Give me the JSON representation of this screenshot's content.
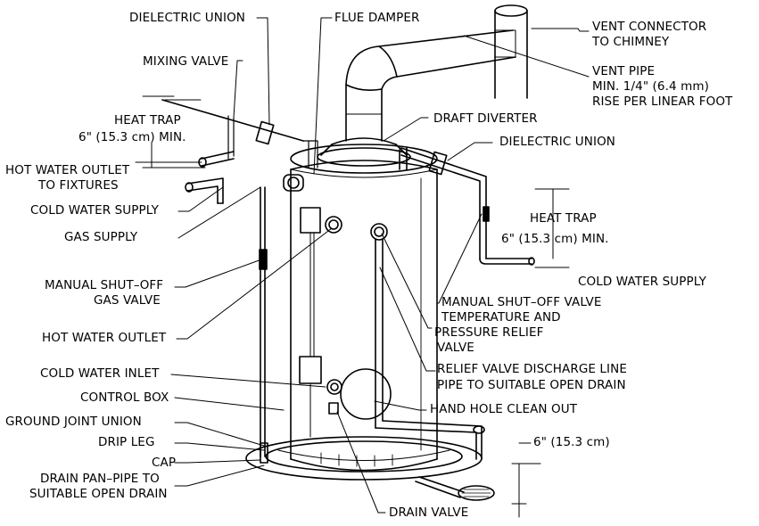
{
  "diagram": {
    "labels": {
      "dielectric_union_left": "DIELECTRIC UNION",
      "flue_damper": "FLUE DAMPER",
      "vent_connector_1": "VENT CONNECTOR",
      "vent_connector_2": "TO CHIMNEY",
      "mixing_valve": "MIXING VALVE",
      "vent_pipe_1": "VENT PIPE",
      "vent_pipe_2": "MIN. 1/4\" (6.4 mm)",
      "vent_pipe_3": "RISE PER LINEAR FOOT",
      "heat_trap_left_1": "HEAT TRAP",
      "heat_trap_left_2": "6\" (15.3 cm) MIN.",
      "draft_diverter": "DRAFT DIVERTER",
      "dielectric_union_right": "DIELECTRIC UNION",
      "hot_water_outlet_fixtures_1": "HOT WATER OUTLET",
      "hot_water_outlet_fixtures_2": "TO FIXTURES",
      "cold_water_supply_left": "COLD WATER SUPPLY",
      "heat_trap_right_1": "HEAT TRAP",
      "heat_trap_right_2": "6\" (15.3 cm) MIN.",
      "gas_supply": "GAS SUPPLY",
      "cold_water_supply_right": "COLD WATER SUPPLY",
      "manual_shutoff_gas_1": "MANUAL SHUT–OFF",
      "manual_shutoff_gas_2": "GAS VALVE",
      "manual_shutoff_valve": "MANUAL SHUT–OFF VALVE",
      "tp_relief_1": "TEMPERATURE AND",
      "tp_relief_2": "PRESSURE RELIEF",
      "tp_relief_3": "VALVE",
      "hot_water_outlet": "HOT WATER OUTLET",
      "cold_water_inlet": "COLD WATER INLET",
      "relief_discharge_1": "RELIEF VALVE DISCHARGE LINE",
      "relief_discharge_2": "PIPE TO SUITABLE OPEN DRAIN",
      "control_box": "CONTROL BOX",
      "hand_hole": "HAND HOLE CLEAN OUT",
      "ground_joint_union": "GROUND JOINT UNION",
      "drip_leg": "DRIP LEG",
      "six_inch": "6\" (15.3 cm)",
      "cap": "CAP",
      "drain_pan_1": "DRAIN PAN–PIPE TO",
      "drain_pan_2": "SUITABLE OPEN DRAIN",
      "drain_valve": "DRAIN VALVE"
    }
  }
}
